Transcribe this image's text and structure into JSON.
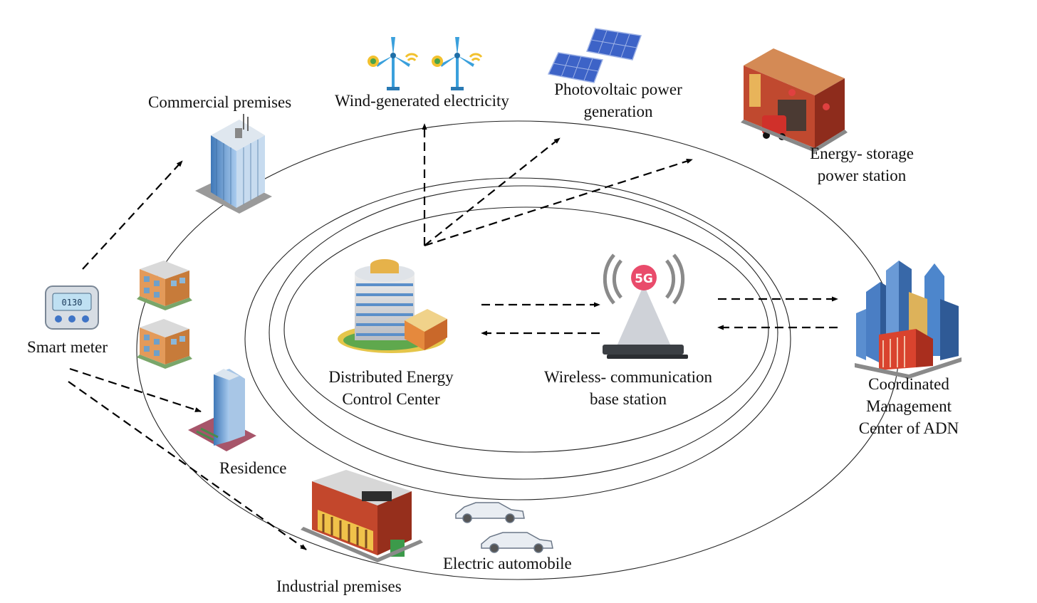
{
  "labels": {
    "commercial": "Commercial premises",
    "wind": "Wind-generated electricity",
    "pv_line1": "Photovoltaic power",
    "pv_line2": "generation",
    "storage_line1": "Energy- storage",
    "storage_line2": "power station",
    "smart_meter": "Smart meter",
    "dec_line1": "Distributed Energy",
    "dec_line2": "Control Center",
    "wireless_line1": "Wireless- communication",
    "wireless_line2": "base station",
    "adn_line1": "Coordinated",
    "adn_line2": "Management",
    "adn_line3": "Center of ADN",
    "residence": "Residence",
    "industrial": "Industrial premises",
    "ev": "Electric automobile",
    "badge_5g": "5G",
    "meter_display": "0130"
  },
  "colors": {
    "ring": "#222222",
    "arrow": "#000000",
    "glass": "#5b8fc9",
    "brick": "#b5402a",
    "solar": "#3d63c7",
    "turbine": "#3aa0dc",
    "badge": "#e94b6b"
  },
  "icons": [
    "wind-turbine-icon",
    "solar-panel-icon",
    "energy-storage-building-icon",
    "office-tower-icon",
    "apartment-building-icon",
    "smart-meter-icon",
    "control-center-building-icon",
    "cell-tower-5g-icon",
    "city-skyline-icon",
    "skyscraper-icon",
    "factory-store-icon",
    "electric-car-icon"
  ]
}
